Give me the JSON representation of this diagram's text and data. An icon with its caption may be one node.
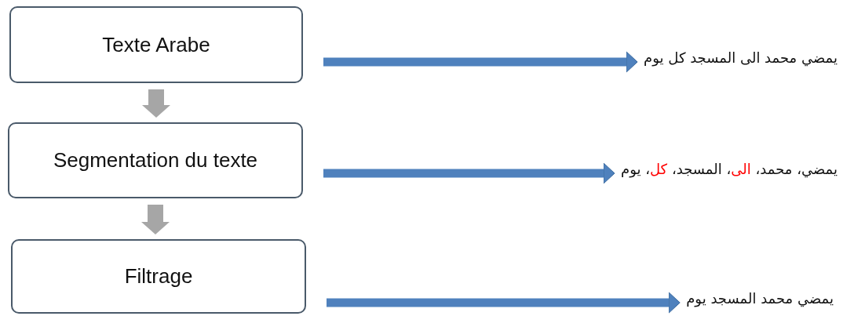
{
  "diagram": {
    "nodes": [
      {
        "text": [
          "Texte Arabe"
        ]
      },
      {
        "text": [
          "Segmentation du texte"
        ]
      },
      {
        "text": [
          "Filtrage"
        ]
      },
      {
        "text": [
          "يمضي محمد الى المسجد كل يوم"
        ]
      },
      {
        "text": [
          "يمضي، محمد، **الى**، المسجد، **كل**، يوم"
        ]
      },
      {
        "text": [
          "يمضي محمد المسجد يوم"
        ]
      }
    ],
    "edges": [
      {
        "from": 0,
        "to": 1,
        "arrow": "to",
        "style": "thick",
        "color": "#a6a6a6"
      },
      {
        "from": 1,
        "to": 2,
        "arrow": "to",
        "style": "thick",
        "color": "#a6a6a6"
      },
      {
        "from": 0,
        "to": 3,
        "arrow": "to"
      },
      {
        "from": 1,
        "to": 4,
        "arrow": "to"
      },
      {
        "from": 2,
        "to": 5,
        "arrow": "to"
      }
    ]
  }
}
